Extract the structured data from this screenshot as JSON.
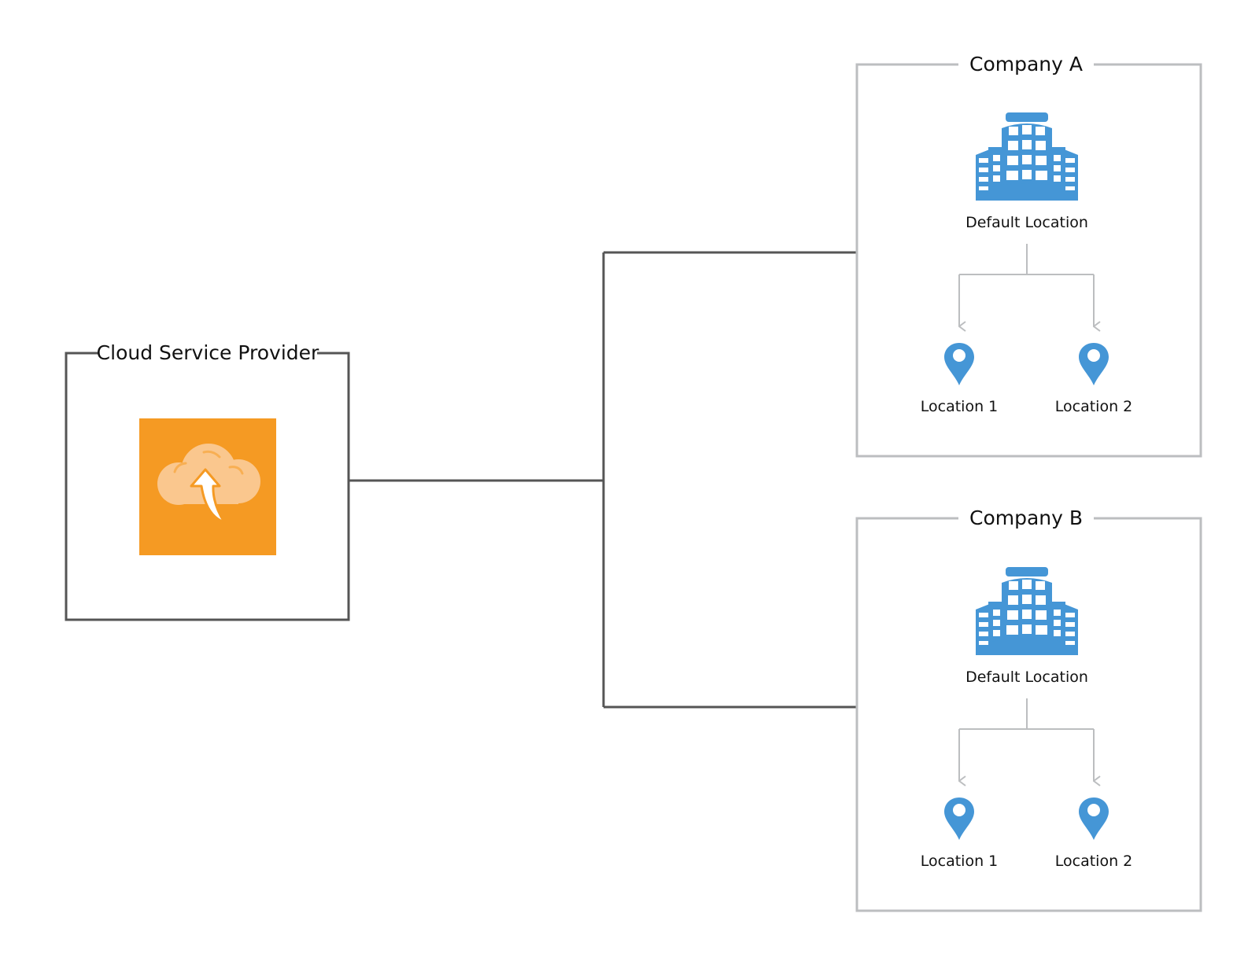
{
  "colors": {
    "provider_border": "#555555",
    "connector": "#555555",
    "company_border": "#bcbec0",
    "tree_line": "#bcbec0",
    "cloud_bg": "#f59a23",
    "cloud_fill": "#fac78e",
    "arrow_fill": "#ffffff",
    "icon_blue": "#4596d6"
  },
  "provider": {
    "title": "Cloud Service Provider",
    "icon": "cloud-upload-icon"
  },
  "companies": [
    {
      "title": "Company A",
      "default_location": {
        "label": "Default Location",
        "icon": "building-icon"
      },
      "locations": [
        {
          "label": "Location 1",
          "icon": "map-pin-icon"
        },
        {
          "label": "Location 2",
          "icon": "map-pin-icon"
        }
      ]
    },
    {
      "title": "Company B",
      "default_location": {
        "label": "Default Location",
        "icon": "building-icon"
      },
      "locations": [
        {
          "label": "Location 1",
          "icon": "map-pin-icon"
        },
        {
          "label": "Location 2",
          "icon": "map-pin-icon"
        }
      ]
    }
  ]
}
